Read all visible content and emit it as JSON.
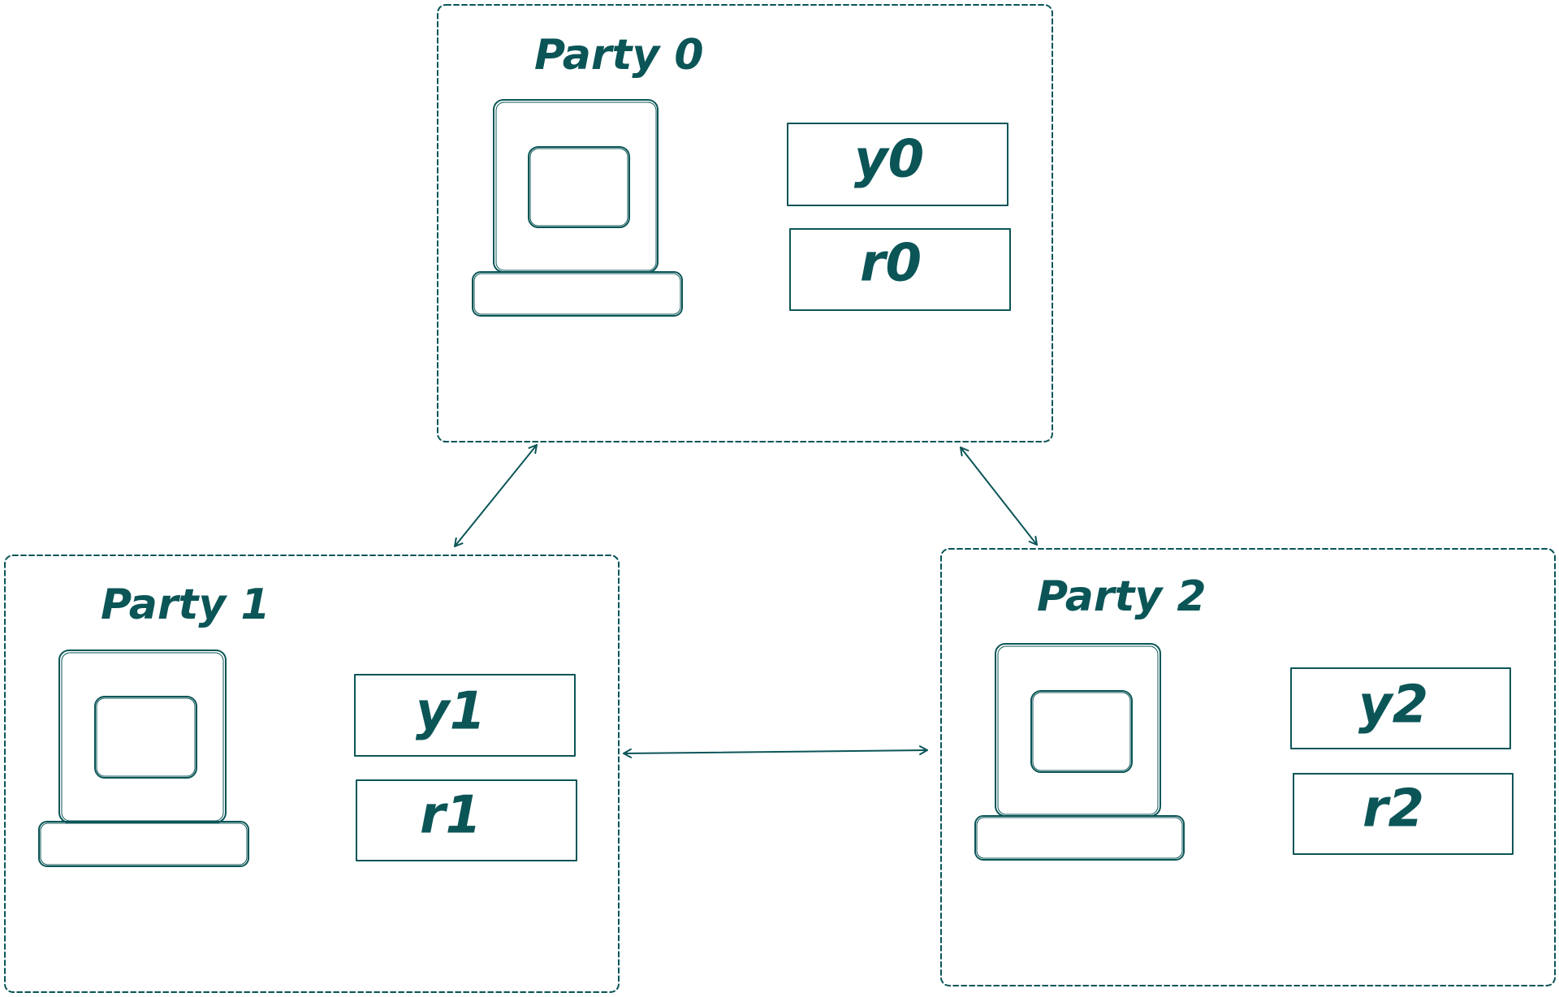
{
  "colors": {
    "ink": "#0b5557",
    "background": "#ffffff"
  },
  "parties": [
    {
      "title": "Party 0",
      "shares": [
        "y0",
        "r0"
      ],
      "icon": "computer-icon"
    },
    {
      "title": "Party 1",
      "shares": [
        "y1",
        "r1"
      ],
      "icon": "computer-icon"
    },
    {
      "title": "Party 2",
      "shares": [
        "y2",
        "r2"
      ],
      "icon": "computer-icon"
    }
  ],
  "connections": [
    {
      "from": "Party 0",
      "to": "Party 1",
      "direction": "bidirectional"
    },
    {
      "from": "Party 0",
      "to": "Party 2",
      "direction": "bidirectional"
    },
    {
      "from": "Party 1",
      "to": "Party 2",
      "direction": "bidirectional"
    }
  ]
}
